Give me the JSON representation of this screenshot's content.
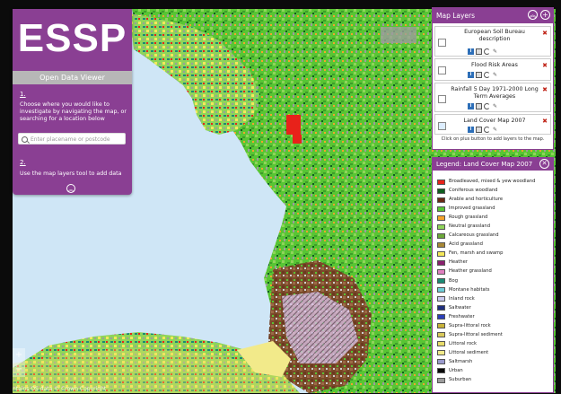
{
  "app": {
    "logo_text": "ESSP",
    "subtitle": "Open Data Viewer",
    "step1_number": "1.",
    "step1_text": "Choose where you would like to investigate by navigating the map, or searching for a location below",
    "search_placeholder": "Enter placename or postcode",
    "step2_number": "2.",
    "step2_text": "Use the map layers tool to add data",
    "accent_color": "#8a3f93"
  },
  "layers_panel": {
    "title": "Map Layers",
    "items": [
      {
        "name": "European Soil Bureau description"
      },
      {
        "name": "Flood Risk Areas"
      },
      {
        "name": "Rainfall 5 Day 1971-2000 Long Term Averages"
      },
      {
        "name": "Land Cover Map 2007"
      }
    ],
    "footer": "Click on plus button to add layers to the map."
  },
  "legend_panel": {
    "title_prefix": "Legend:",
    "title": "Land Cover Map 2007",
    "items": [
      {
        "label": "Broadleaved, mixed & yew woodland",
        "color": "#e8221a"
      },
      {
        "label": "Coniferous woodland",
        "color": "#0f5e1f"
      },
      {
        "label": "Arable and horticulture",
        "color": "#6b2914"
      },
      {
        "label": "Improved grassland",
        "color": "#58c534"
      },
      {
        "label": "Rough grassland",
        "color": "#f6a42b"
      },
      {
        "label": "Neutral grassland",
        "color": "#8fd45a"
      },
      {
        "label": "Calcareous grassland",
        "color": "#6ca83a"
      },
      {
        "label": "Acid grassland",
        "color": "#a88836"
      },
      {
        "label": "Fen, marsh and swamp",
        "color": "#f5e85a"
      },
      {
        "label": "Heather",
        "color": "#8a1f6e"
      },
      {
        "label": "Heather grassland",
        "color": "#e07fbf"
      },
      {
        "label": "Bog",
        "color": "#1b8a74"
      },
      {
        "label": "Montane habitats",
        "color": "#6fcdd8"
      },
      {
        "label": "Inland rock",
        "color": "#c9c9ef"
      },
      {
        "label": "Saltwater",
        "color": "#1f2f7e"
      },
      {
        "label": "Freshwater",
        "color": "#2b3fb8"
      },
      {
        "label": "Supra-littoral rock",
        "color": "#c8b23a"
      },
      {
        "label": "Supra-littoral sediment",
        "color": "#d9c95c"
      },
      {
        "label": "Littoral rock",
        "color": "#e8dc6a"
      },
      {
        "label": "Littoral sediment",
        "color": "#f2ea8a"
      },
      {
        "label": "Saltmarsh",
        "color": "#9a9acc"
      },
      {
        "label": "Urban",
        "color": "#0a0a0a"
      },
      {
        "label": "Suburban",
        "color": "#9c9c9c"
      }
    ]
  },
  "map": {
    "zoom_in": "+",
    "zoom_out": "−",
    "attribution": "ntains OS data © Crown Copyright"
  }
}
